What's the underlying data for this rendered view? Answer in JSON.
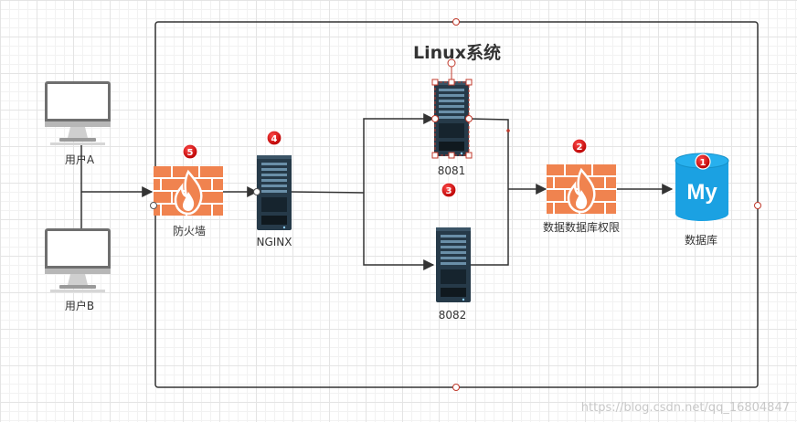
{
  "title": "Linux系统",
  "nodes": {
    "user_a": "用户A",
    "user_b": "用户B",
    "firewall": "防火墙",
    "nginx": "NGINX",
    "server_8081": "8081",
    "server_8082": "8082",
    "db_permission": "数据数据库权限",
    "database": "数据库",
    "mysql_logo": "My"
  },
  "badges": [
    "5",
    "4",
    "3",
    "2",
    "1"
  ],
  "watermark": "https://blog.csdn.net/qq_16804847",
  "colors": {
    "firewall": "#f0834f",
    "server": "#263a49",
    "database": "#1ba1e2",
    "badge": "#d60000",
    "selection": "#c0392b"
  }
}
